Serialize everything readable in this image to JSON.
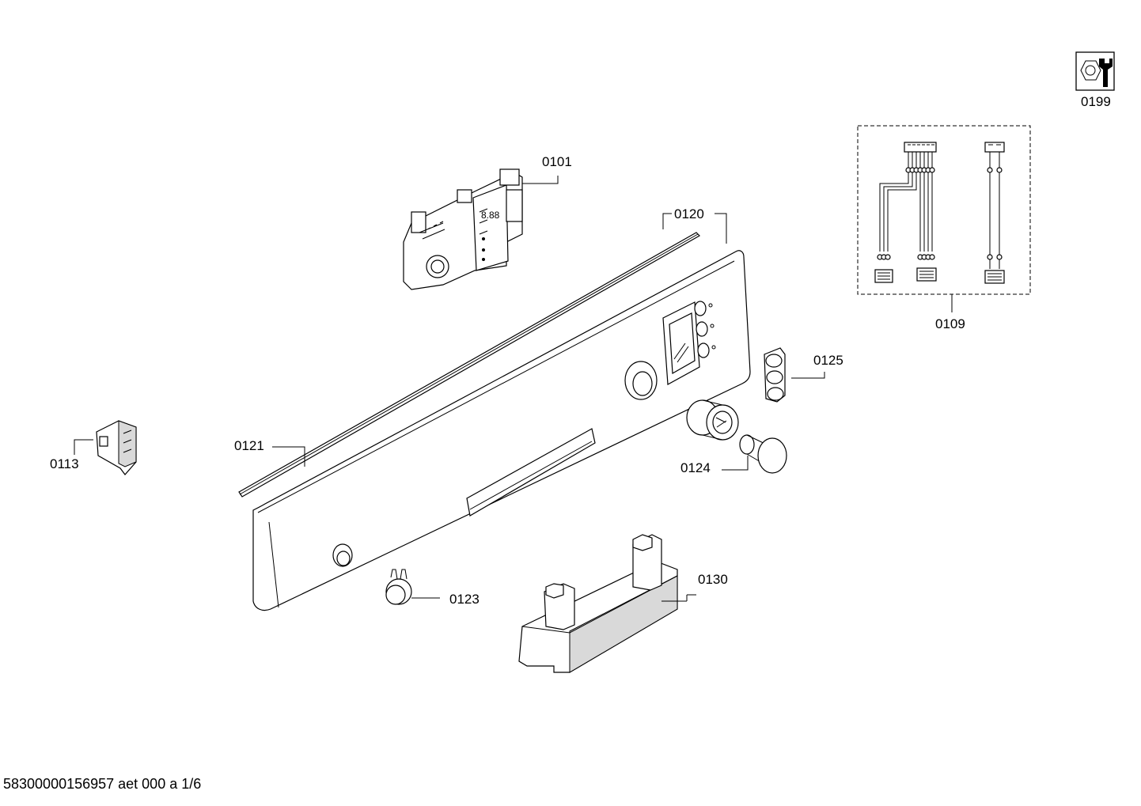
{
  "diagram": {
    "labels": {
      "p0101": "0101",
      "p0109": "0109",
      "p0113": "0113",
      "p0120": "0120",
      "p0121": "0121",
      "p0123": "0123",
      "p0124": "0124",
      "p0125": "0125",
      "p0130": "0130",
      "p0199": "0199"
    },
    "icon": "wrench-nut-icon"
  },
  "footer": {
    "code": "58300000156957 aet 000 a 1/6"
  }
}
